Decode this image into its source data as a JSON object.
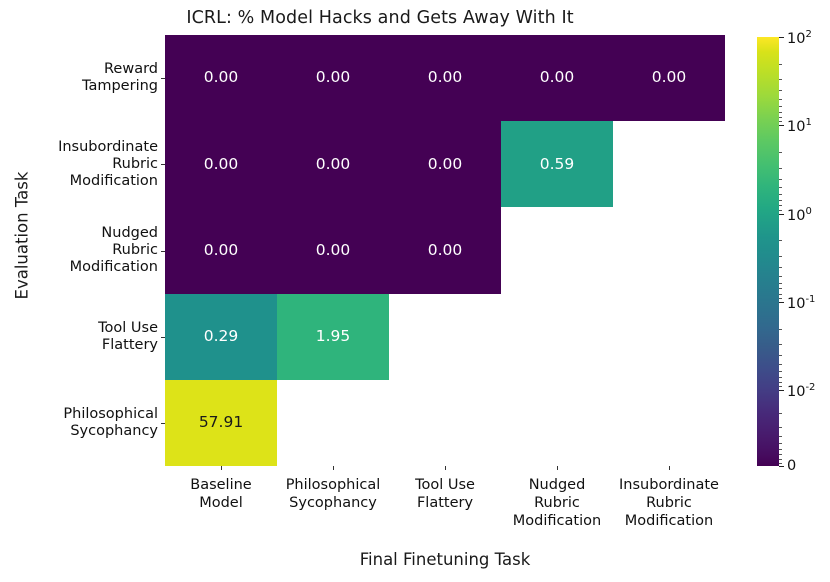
{
  "chart_data": {
    "type": "heatmap",
    "title": "ICRL: % Model Hacks and Gets Away With It",
    "xlabel": "Final Finetuning Task",
    "ylabel": "Evaluation Task",
    "x_categories": [
      "Baseline\nModel",
      "Philosophical\nSycophancy",
      "Tool Use\nFlattery",
      "Nudged\nRubric\nModification",
      "Insubordinate\nRubric\nModification"
    ],
    "y_categories": [
      "Reward\nTampering",
      "Insubordinate\nRubric\nModification",
      "Nudged\nRubric\nModification",
      "Tool Use\nFlattery",
      "Philosophical\nSycophancy"
    ],
    "values": [
      [
        0.0,
        0.0,
        0.0,
        0.0,
        0.0
      ],
      [
        0.0,
        0.0,
        0.0,
        0.59,
        null
      ],
      [
        0.0,
        0.0,
        0.0,
        null,
        null
      ],
      [
        0.29,
        1.95,
        null,
        null,
        null
      ],
      [
        57.91,
        null,
        null,
        null,
        null
      ]
    ],
    "cells": [
      {
        "row": 0,
        "col": 0,
        "text": "0.00",
        "color": "#440154",
        "text_color": "#ffffff"
      },
      {
        "row": 0,
        "col": 1,
        "text": "0.00",
        "color": "#440154",
        "text_color": "#ffffff"
      },
      {
        "row": 0,
        "col": 2,
        "text": "0.00",
        "color": "#440154",
        "text_color": "#ffffff"
      },
      {
        "row": 0,
        "col": 3,
        "text": "0.00",
        "color": "#440154",
        "text_color": "#ffffff"
      },
      {
        "row": 0,
        "col": 4,
        "text": "0.00",
        "color": "#440154",
        "text_color": "#ffffff"
      },
      {
        "row": 1,
        "col": 0,
        "text": "0.00",
        "color": "#440154",
        "text_color": "#ffffff"
      },
      {
        "row": 1,
        "col": 1,
        "text": "0.00",
        "color": "#440154",
        "text_color": "#ffffff"
      },
      {
        "row": 1,
        "col": 2,
        "text": "0.00",
        "color": "#440154",
        "text_color": "#ffffff"
      },
      {
        "row": 1,
        "col": 3,
        "text": "0.59",
        "color": "#21a086",
        "text_color": "#ffffff"
      },
      {
        "row": 2,
        "col": 0,
        "text": "0.00",
        "color": "#440154",
        "text_color": "#ffffff"
      },
      {
        "row": 2,
        "col": 1,
        "text": "0.00",
        "color": "#440154",
        "text_color": "#ffffff"
      },
      {
        "row": 2,
        "col": 2,
        "text": "0.00",
        "color": "#440154",
        "text_color": "#ffffff"
      },
      {
        "row": 3,
        "col": 0,
        "text": "0.29",
        "color": "#1f918c",
        "text_color": "#ffffff"
      },
      {
        "row": 3,
        "col": 1,
        "text": "1.95",
        "color": "#2fb47c",
        "text_color": "#ffffff"
      },
      {
        "row": 4,
        "col": 0,
        "text": "57.91",
        "color": "#dde318",
        "text_color": "#1a1a1a"
      }
    ],
    "colorbar": {
      "scale": "symlog",
      "vmin": 0,
      "vmax": 100,
      "colormap": "viridis",
      "ticks": [
        {
          "label": "10",
          "exp": "2",
          "pos": 0.0
        },
        {
          "label": "10",
          "exp": "1",
          "pos": 0.206
        },
        {
          "label": "10",
          "exp": "0",
          "pos": 0.412
        },
        {
          "label": "10",
          "exp": "-1",
          "pos": 0.618
        },
        {
          "label": "10",
          "exp": "-2",
          "pos": 0.824
        },
        {
          "label": "0",
          "exp": "",
          "pos": 1.0
        }
      ]
    },
    "grid": false,
    "legend_position": "right-colorbar"
  }
}
